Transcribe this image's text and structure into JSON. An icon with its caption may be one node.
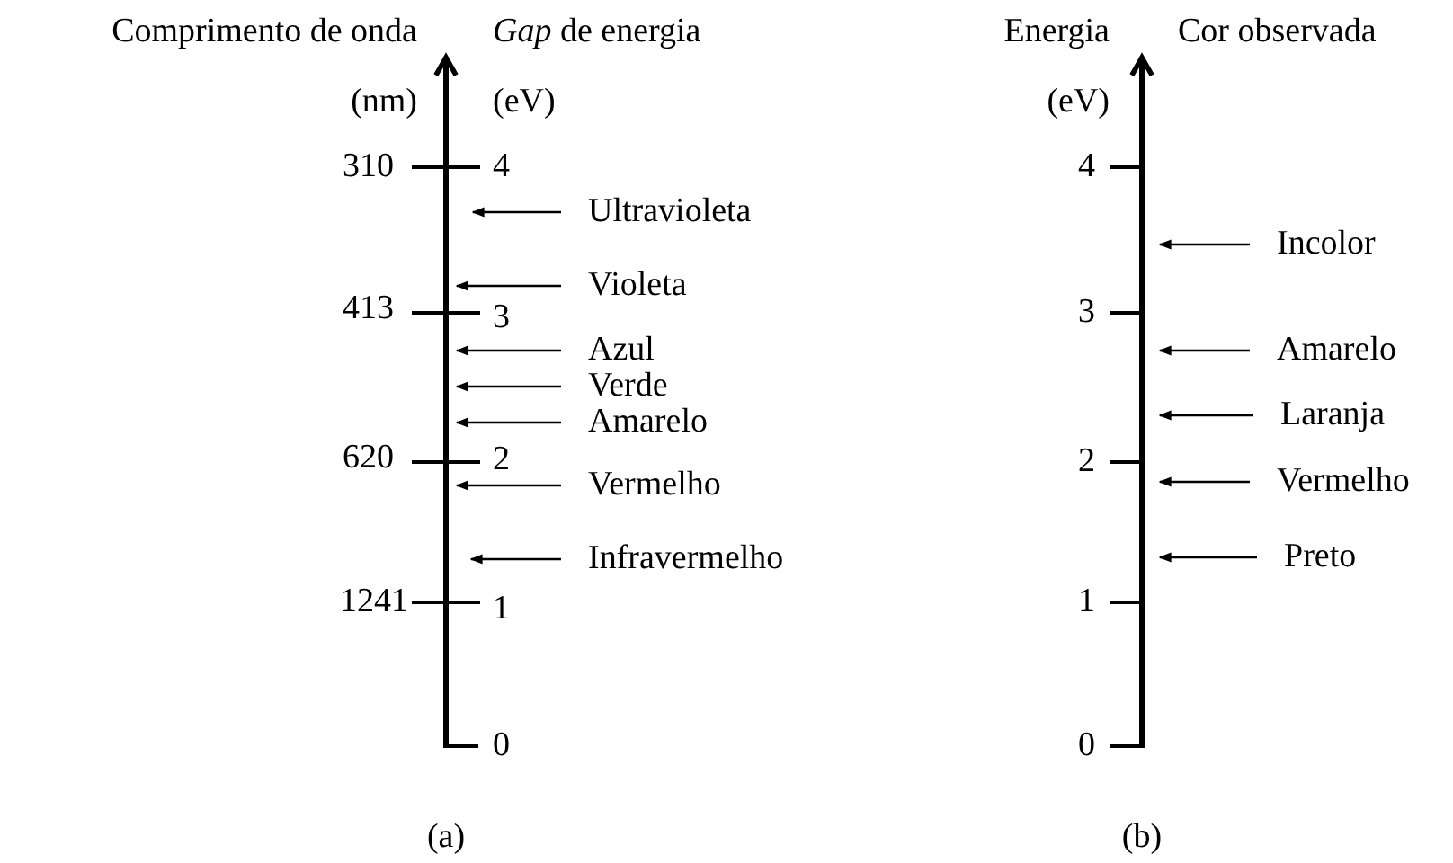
{
  "diagram": {
    "nodes": [
      {
        "text": [
          "Ultravioleta"
        ]
      },
      {
        "text": [
          "Violeta"
        ]
      },
      {
        "text": [
          "Azul"
        ]
      },
      {
        "text": [
          "Verde"
        ]
      },
      {
        "text": [
          "Amarelo"
        ]
      },
      {
        "text": [
          "Vermelho"
        ]
      },
      {
        "text": [
          "Infravermelho"
        ]
      },
      {
        "text": [
          "Incolor"
        ]
      },
      {
        "text": [
          "Amarelo"
        ]
      },
      {
        "text": [
          "Laranja"
        ]
      },
      {
        "text": [
          "Vermelho"
        ]
      },
      {
        "text": [
          "Preto"
        ]
      }
    ],
    "edges": [
      {
        "from": 0,
        "to": null,
        "arrow": "to"
      },
      {
        "from": 1,
        "to": null,
        "arrow": "to"
      },
      {
        "from": 2,
        "to": null,
        "arrow": "to"
      },
      {
        "from": 3,
        "to": null,
        "arrow": "to"
      },
      {
        "from": 4,
        "to": null,
        "arrow": "to"
      },
      {
        "from": 5,
        "to": null,
        "arrow": "to"
      },
      {
        "from": 6,
        "to": null,
        "arrow": "to"
      },
      {
        "from": 7,
        "to": null,
        "arrow": "to"
      },
      {
        "from": 8,
        "to": null,
        "arrow": "to"
      },
      {
        "from": 9,
        "to": null,
        "arrow": "to"
      },
      {
        "from": 10,
        "to": null,
        "arrow": "to"
      },
      {
        "from": 11,
        "to": null,
        "arrow": "to"
      }
    ],
    "labels": [
      "Comprimento de onda",
      "*Gap* de energia",
      "Energia",
      "Cor observada",
      "(nm)",
      "(eV)",
      "(eV)",
      "310",
      "4",
      "413",
      "3",
      "620",
      "2",
      "1241",
      "1",
      "0",
      "4",
      "3",
      "2",
      "1",
      "0",
      "(a)",
      "(b)"
    ]
  }
}
